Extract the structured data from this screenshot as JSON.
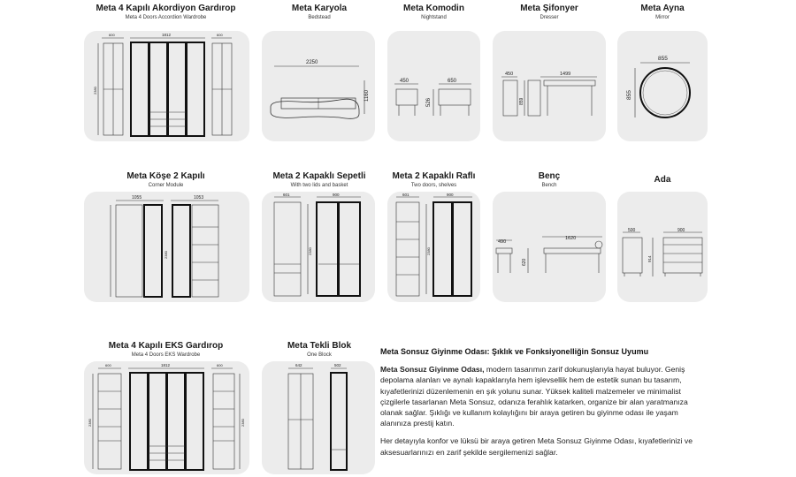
{
  "items": [
    {
      "title": "Meta 4 Kapılı Akordiyon Gardırop",
      "subtitle": "Meta 4 Doors Accordion Wardrobe",
      "dims": [
        "600",
        "1812",
        "600",
        "2380"
      ]
    },
    {
      "title": "Meta Karyola",
      "subtitle": "Bedstead",
      "dims": [
        "2250",
        "1160"
      ]
    },
    {
      "title": "Meta Komodin",
      "subtitle": "Nightstand",
      "dims": [
        "450",
        "650",
        "526"
      ]
    },
    {
      "title": "Meta Şifonyer",
      "subtitle": "Dresser",
      "dims": [
        "450",
        "1499",
        "859"
      ]
    },
    {
      "title": "Meta Ayna",
      "subtitle": "Mirror",
      "dims": [
        "855",
        "855"
      ]
    },
    {
      "title": "Meta Köşe 2 Kapılı",
      "subtitle": "Corner Module",
      "dims": [
        "1055",
        "1053",
        "2380"
      ]
    },
    {
      "title": "Meta 2 Kapaklı Sepetli",
      "subtitle": "With two lids and basket",
      "dims": [
        "601",
        "900",
        "2380"
      ]
    },
    {
      "title": "Meta 2 Kapaklı Raflı",
      "subtitle": "Two doors, shelves",
      "dims": [
        "601",
        "900",
        "2380"
      ]
    },
    {
      "title": "Benç",
      "subtitle": "Bench",
      "dims": [
        "490",
        "1620",
        "620"
      ]
    },
    {
      "title": "Ada",
      "subtitle": "",
      "dims": [
        "500",
        "900",
        "914"
      ]
    },
    {
      "title": "Meta 4 Kapılı EKS Gardırop",
      "subtitle": "Meta 4 Doors EKS Wardrobe",
      "dims": [
        "600",
        "1812",
        "600",
        "2380",
        "2380"
      ]
    },
    {
      "title": "Meta Tekli Blok",
      "subtitle": "One Block",
      "dims": [
        "642",
        "502"
      ]
    }
  ],
  "description": {
    "heading": "Meta Sonsuz Giyinme Odası: Şıklık ve Fonksiyonelliğin Sonsuz Uyumu",
    "lead": "Meta Sonsuz Giyinme Odası,",
    "paragraph1": " modern tasarımın zarif dokunuşlarıyla hayat buluyor. Geniş depolama alanları ve aynalı kapaklarıyla hem işlevsellik hem de estetik sunan bu tasarım, kıyafetlerinizi düzenlemenin en şık yolunu sunar. Yüksek kaliteli malzemeler ve minimalist çizgilerle tasarlanan Meta Sonsuz, odanıza ferahlık katarken, organize bir alan yaratmanıza olanak sağlar. Şıklığı ve kullanım kolaylığını bir araya getiren bu giyinme odası ile yaşam alanınıza prestij katın.",
    "paragraph2": "Her detayıyla konfor ve lüksü bir araya getiren Meta Sonsuz Giyinme Odası, kıyafetlerinizi ve aksesuarlarınızı en zarif şekilde sergilemenizi sağlar."
  }
}
